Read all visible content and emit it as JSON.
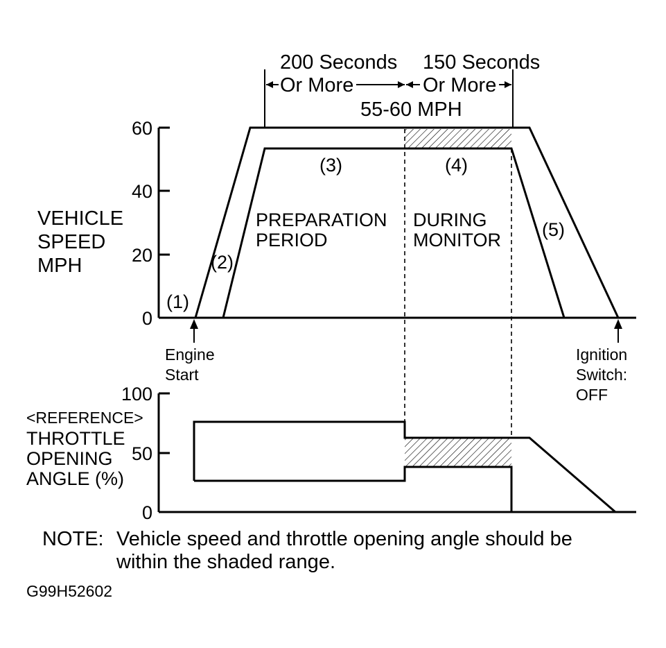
{
  "timing": {
    "prep_seconds": "200 Seconds",
    "prep_qualifier": "Or More",
    "monitor_seconds": "150 Seconds",
    "monitor_qualifier": "Or More",
    "speed_range": "55-60 MPH"
  },
  "speed_chart": {
    "ylabel": [
      "VEHICLE",
      "SPEED",
      "MPH"
    ],
    "ticks": [
      "60",
      "40",
      "20",
      "0"
    ],
    "steps": {
      "step1": "(1)",
      "step2": "(2)",
      "step3": "(3)",
      "step4": "(4)",
      "step5": "(5)"
    },
    "prep_label": [
      "PREPARATION",
      "PERIOD"
    ],
    "monitor_label": [
      "DURING",
      "MONITOR"
    ],
    "engine_start": [
      "Engine",
      "Start"
    ],
    "ignition_off": [
      "Ignition",
      "Switch:",
      "OFF"
    ]
  },
  "throttle_chart": {
    "reference": "<REFERENCE>",
    "ylabel": [
      "THROTTLE",
      "OPENING",
      "ANGLE (%)"
    ],
    "ticks": [
      "100",
      "50",
      "0"
    ]
  },
  "note": {
    "prefix": "NOTE:",
    "line1": "Vehicle speed and throttle opening angle should be",
    "line2": "within the shaded range."
  },
  "figure_id": "G99H52602"
}
